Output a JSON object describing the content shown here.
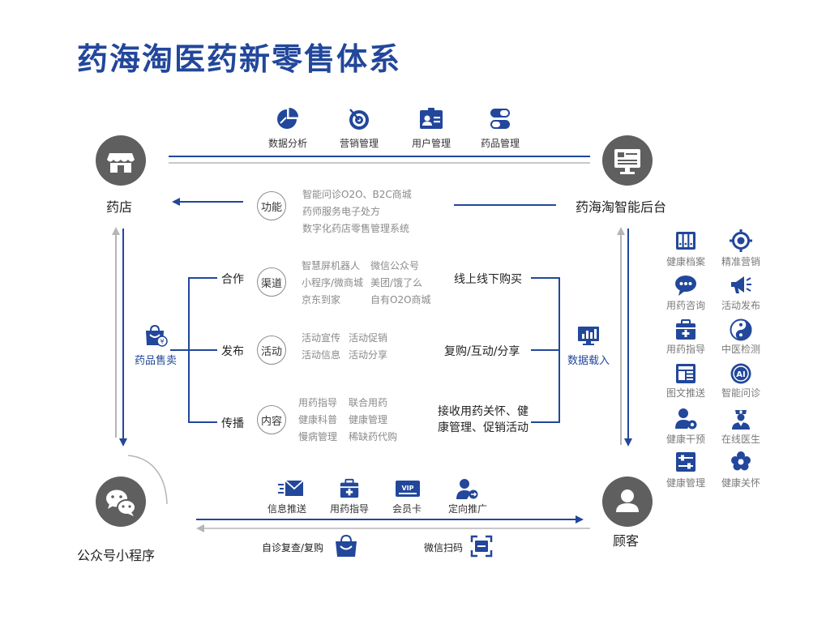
{
  "title": "药海淘医药新零售体系",
  "colors": {
    "brand_blue": "#22479b",
    "node_gray": "#5f5f5f",
    "light_gray": "#b5b5b5"
  },
  "nodes": {
    "pharmacy": "药店",
    "backend": "药海淘智能后台",
    "wechat": "公众号小程序",
    "customer": "顾客"
  },
  "top_tools": [
    {
      "label": "数据分析",
      "icon": "pie-chart-icon"
    },
    {
      "label": "营销管理",
      "icon": "target-icon"
    },
    {
      "label": "用户管理",
      "icon": "user-card-icon"
    },
    {
      "label": "药品管理",
      "icon": "capsule-icon"
    }
  ],
  "functions": {
    "ring": "功能",
    "items": [
      "智能问诊O2O、B2C商城",
      "药师服务电子处方",
      "数字化药店零售管理系统"
    ]
  },
  "left_label": "药品售卖",
  "right_label": "数据载入",
  "rows": [
    {
      "branch": "合作",
      "ring": "渠道",
      "col1": [
        "智慧屏机器人",
        "小程序/微商城",
        "京东到家"
      ],
      "col2": [
        "微信公众号",
        "美团/饿了么",
        "自有O2O商城"
      ],
      "result": "线上线下购买"
    },
    {
      "branch": "发布",
      "ring": "活动",
      "col1": [
        "活动宣传",
        "活动信息"
      ],
      "col2": [
        "活动促销",
        "活动分享"
      ],
      "result": "复购/互动/分享"
    },
    {
      "branch": "传播",
      "ring": "内容",
      "col1": [
        "用药指导",
        "健康科普",
        "慢病管理"
      ],
      "col2": [
        "联合用药",
        "健康管理",
        "稀缺药代购"
      ],
      "result_lines": [
        "接收用药关怀、健",
        "康管理、促销活动"
      ]
    }
  ],
  "side_features": [
    {
      "label": "健康档案",
      "icon": "archive-icon"
    },
    {
      "label": "精准营销",
      "icon": "crosshair-icon"
    },
    {
      "label": "用药咨询",
      "icon": "chat-icon"
    },
    {
      "label": "活动发布",
      "icon": "megaphone-icon"
    },
    {
      "label": "用药指导",
      "icon": "medkit-icon"
    },
    {
      "label": "中医检测",
      "icon": "yin-yang-icon"
    },
    {
      "label": "图文推送",
      "icon": "article-icon"
    },
    {
      "label": "智能问诊",
      "icon": "ai-icon"
    },
    {
      "label": "健康干预",
      "icon": "user-gear-icon"
    },
    {
      "label": "在线医生",
      "icon": "doctor-icon"
    },
    {
      "label": "健康管理",
      "icon": "sliders-icon"
    },
    {
      "label": "健康关怀",
      "icon": "flower-icon"
    }
  ],
  "bottom_tools": [
    {
      "label": "信息推送",
      "icon": "mail-fast-icon"
    },
    {
      "label": "用药指导",
      "icon": "medkit-icon"
    },
    {
      "label": "会员卡",
      "icon": "vip-card-icon"
    },
    {
      "label": "定向推广",
      "icon": "user-arrow-icon"
    }
  ],
  "bottom_actions": [
    {
      "label": "自诊复查/复购",
      "icon": "shopping-bag-icon"
    },
    {
      "label": "微信扫码",
      "icon": "scan-icon"
    }
  ]
}
